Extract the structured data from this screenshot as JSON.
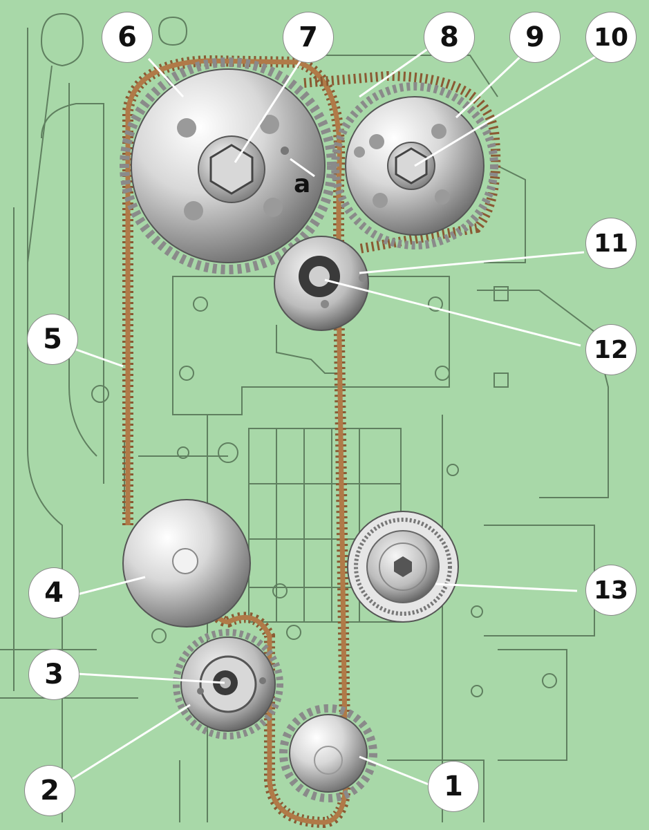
{
  "colors": {
    "background": "#a8d8a8",
    "outline": "#5f7f5f",
    "belt": "#8a5a33",
    "metal_light": "#f4f4f4",
    "metal_dark": "#6d6d6d",
    "callout_fill": "#ffffff",
    "callout_text": "#111111"
  },
  "callouts": [
    {
      "id": "c1",
      "label": "1"
    },
    {
      "id": "c2",
      "label": "2"
    },
    {
      "id": "c3",
      "label": "3"
    },
    {
      "id": "c4",
      "label": "4"
    },
    {
      "id": "c5",
      "label": "5"
    },
    {
      "id": "c6",
      "label": "6"
    },
    {
      "id": "c7",
      "label": "7"
    },
    {
      "id": "c8",
      "label": "8"
    },
    {
      "id": "c9",
      "label": "9"
    },
    {
      "id": "c10",
      "label": "10"
    },
    {
      "id": "c11",
      "label": "11"
    },
    {
      "id": "c12",
      "label": "12"
    },
    {
      "id": "c13",
      "label": "13"
    }
  ],
  "marker": {
    "label": "a"
  }
}
